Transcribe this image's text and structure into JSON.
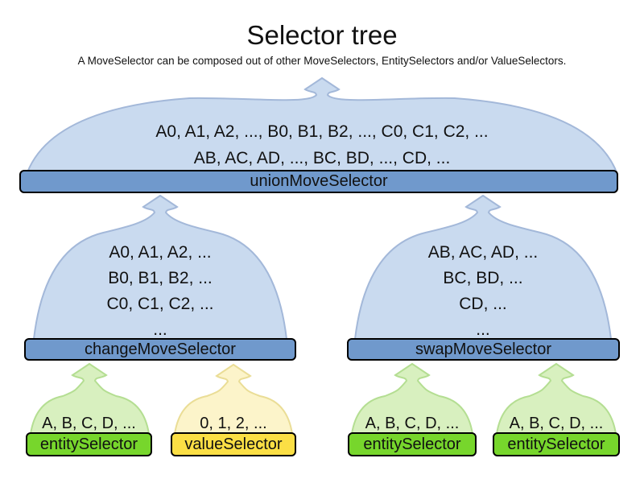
{
  "header": {
    "title": "Selector tree",
    "subtitle": "A MoveSelector can be composed out of other MoveSelectors, EntitySelectors and/or ValueSelectors."
  },
  "colors": {
    "dome_blue_fill": "#c9daef",
    "dome_blue_stroke": "#a3b8d9",
    "bar_blue": "#7099cc",
    "dome_green_fill": "#d8f0bf",
    "dome_green_stroke": "#b4de92",
    "bar_green": "#77d62c",
    "dome_yellow_fill": "#fcf4ca",
    "dome_yellow_stroke": "#eadd96",
    "bar_yellow": "#fbdf45",
    "bar_border": "#000000",
    "text": "#111111"
  },
  "tree": {
    "union": {
      "label": "unionMoveSelector",
      "lines": [
        "A0, A1, A2, ..., B0, B1, B2, ..., C0, C1, C2, ...",
        "AB, AC, AD, ..., BC, BD, ..., CD, ..."
      ]
    },
    "change": {
      "label": "changeMoveSelector",
      "lines": [
        "A0, A1, A2, ...",
        "B0, B1, B2, ...",
        "C0, C1, C2, ...",
        "..."
      ]
    },
    "swap": {
      "label": "swapMoveSelector",
      "lines": [
        "AB, AC, AD, ...",
        "BC, BD, ...",
        "CD, ...",
        "..."
      ]
    },
    "entity1": {
      "label": "entitySelector",
      "items": "A, B, C, D, ..."
    },
    "value1": {
      "label": "valueSelector",
      "items": "0, 1, 2, ..."
    },
    "entity2": {
      "label": "entitySelector",
      "items": "A, B, C, D, ..."
    },
    "entity3": {
      "label": "entitySelector",
      "items": "A, B, C, D, ..."
    }
  }
}
